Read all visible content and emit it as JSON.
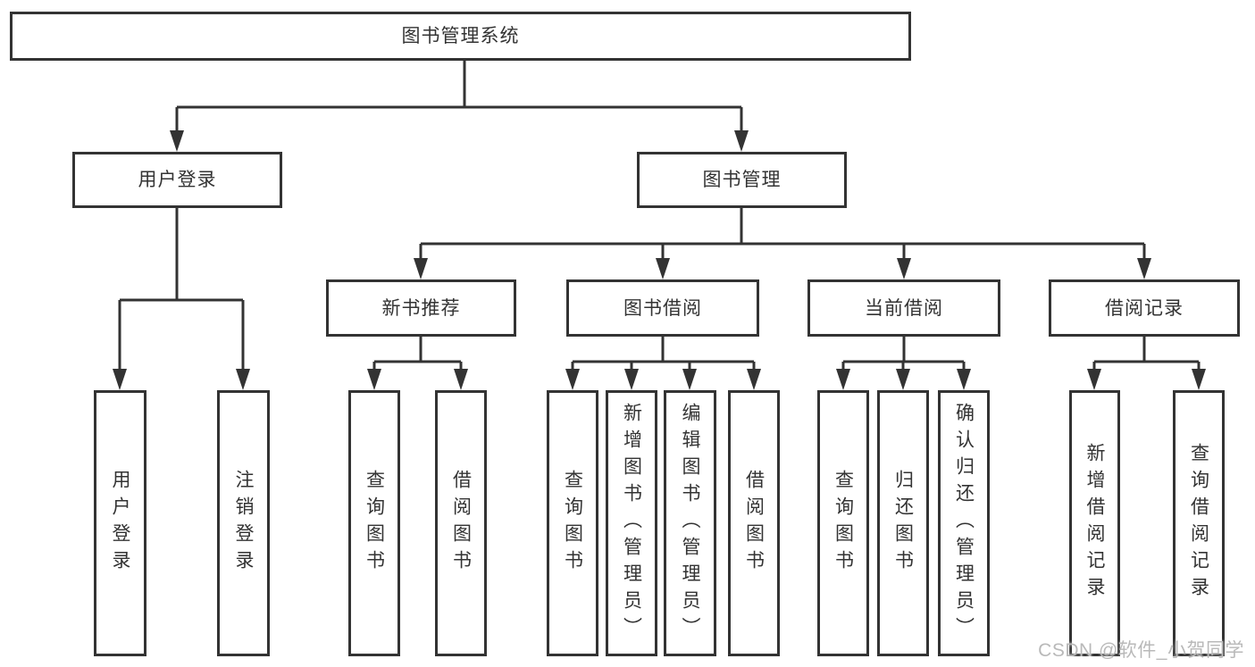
{
  "watermark": "CSDN @软件_小贺同学",
  "style": {
    "line_color": "#333333",
    "box_border_color": "#333333",
    "text_color": "#333333",
    "watermark_color": "#b9b9b9",
    "background": "#ffffff"
  },
  "tree": {
    "root": {
      "label": "图书管理系统",
      "children": [
        {
          "label": "用户登录",
          "children": [
            {
              "label": "用户登录"
            },
            {
              "label": "注销登录"
            }
          ]
        },
        {
          "label": "图书管理",
          "children": [
            {
              "label": "新书推荐",
              "children": [
                {
                  "label": "查询图书"
                },
                {
                  "label": "借阅图书"
                }
              ]
            },
            {
              "label": "图书借阅",
              "children": [
                {
                  "label": "查询图书"
                },
                {
                  "label": "新增图书（管理员）"
                },
                {
                  "label": "编辑图书（管理员）"
                },
                {
                  "label": "借阅图书"
                }
              ]
            },
            {
              "label": "当前借阅",
              "children": [
                {
                  "label": "查询图书"
                },
                {
                  "label": "归还图书"
                },
                {
                  "label": "确认归还（管理员）"
                }
              ]
            },
            {
              "label": "借阅记录",
              "children": [
                {
                  "label": "新增借阅记录"
                },
                {
                  "label": "查询借阅记录"
                }
              ]
            }
          ]
        }
      ]
    }
  }
}
